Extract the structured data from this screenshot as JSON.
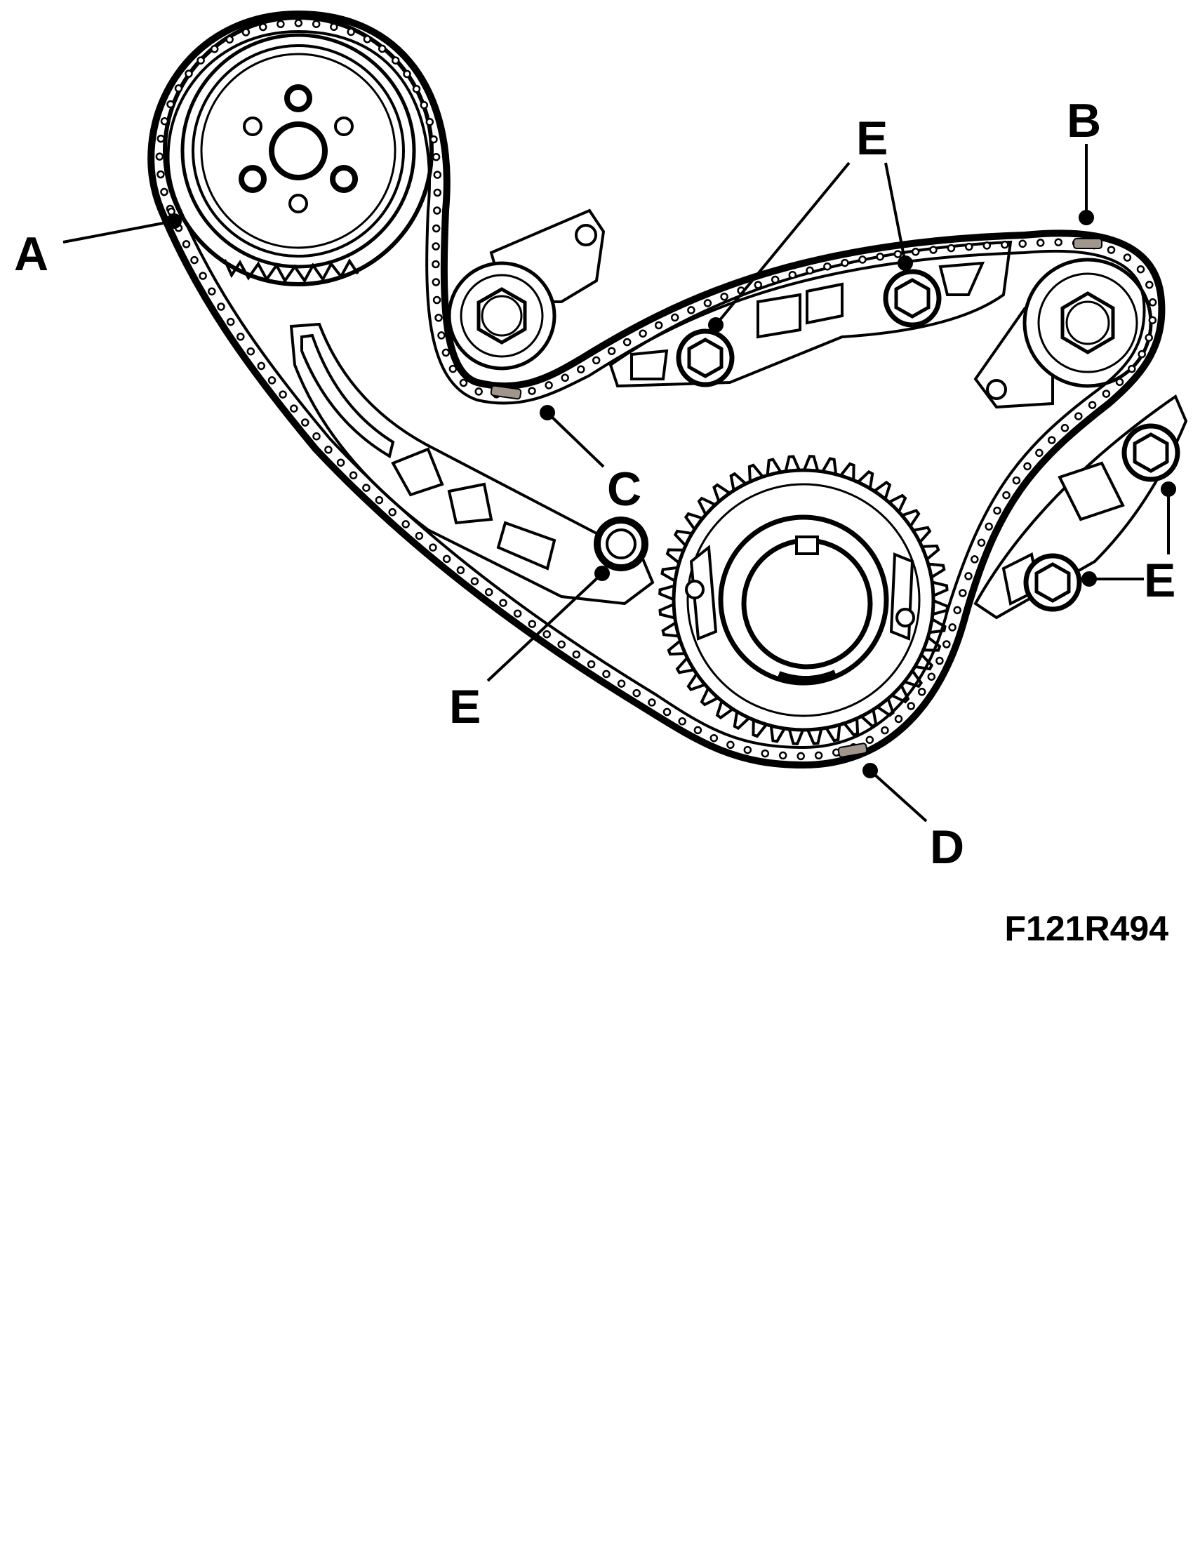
{
  "labels": {
    "a": "A",
    "b": "B",
    "c": "C",
    "d": "D",
    "e_upper": "E",
    "e_right": "E",
    "e_lower": "E"
  },
  "figure_code": "F121R494",
  "colors": {
    "ink": "#000000",
    "paper": "#ffffff",
    "marked_link": "#a0968c"
  }
}
